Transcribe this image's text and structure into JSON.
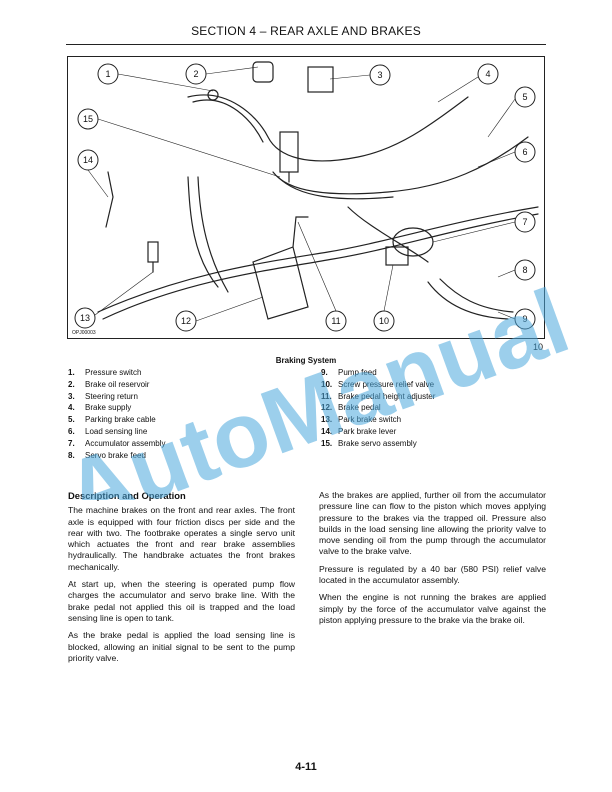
{
  "header": {
    "title": "SECTION 4 – REAR AXLE AND BRAKES"
  },
  "figure": {
    "code": "OPJ00003",
    "page_ref": "10",
    "callouts": [
      "1",
      "2",
      "3",
      "4",
      "5",
      "6",
      "7",
      "8",
      "9",
      "10",
      "11",
      "12",
      "13",
      "14",
      "15"
    ]
  },
  "legend": {
    "title": "Braking System",
    "left": [
      {
        "num": "1.",
        "label": "Pressure switch"
      },
      {
        "num": "2.",
        "label": "Brake oil reservoir"
      },
      {
        "num": "3.",
        "label": "Steering return"
      },
      {
        "num": "4.",
        "label": "Brake supply"
      },
      {
        "num": "5.",
        "label": "Parking brake cable"
      },
      {
        "num": "6.",
        "label": "Load sensing line"
      },
      {
        "num": "7.",
        "label": "Accumulator assembly"
      },
      {
        "num": "8.",
        "label": "Servo brake feed"
      }
    ],
    "right": [
      {
        "num": "9.",
        "label": "Pump feed"
      },
      {
        "num": "10.",
        "label": "Screw pressure relief valve"
      },
      {
        "num": "11.",
        "label": "Brake pedal height adjuster"
      },
      {
        "num": "12.",
        "label": "Brake pedal"
      },
      {
        "num": "13.",
        "label": "Park brake switch"
      },
      {
        "num": "14.",
        "label": "Park brake lever"
      },
      {
        "num": "15.",
        "label": "Brake servo assembly"
      }
    ]
  },
  "body": {
    "heading": "Description and Operation",
    "left_paragraphs": [
      "The machine brakes on the front and rear axles. The front axle is equipped with four friction discs per side and the rear with two. The footbrake operates a single servo unit which actuates the front and rear brake assemblies hydraulically. The handbrake actuates the front brakes mechanically.",
      "At start up, when the steering is operated pump flow charges the accumulator and servo brake line. With the brake pedal not applied this oil is trapped and the load sensing line is open to tank.",
      "As the brake pedal is applied the load sensing line is blocked, allowing an initial signal to be sent to the pump priority valve."
    ],
    "right_paragraphs": [
      "As the brakes are applied, further oil from the accumulator pressure line can flow to the piston which moves applying pressure to the brakes via the trapped oil. Pressure also builds in the load sensing line allowing the priority valve to move sending oil from the pump through the accumulator valve to the brake valve.",
      "Pressure is regulated by a 40 bar (580 PSI) relief valve located in the accumulator assembly.",
      "When the engine is not running the brakes are applied simply by the force of the accumulator valve against the piston applying pressure to the brake via the brake oil."
    ]
  },
  "footer": {
    "page_number": "4-11"
  },
  "watermark": {
    "text": "AutoManual",
    "color": "#4aa8dc"
  }
}
